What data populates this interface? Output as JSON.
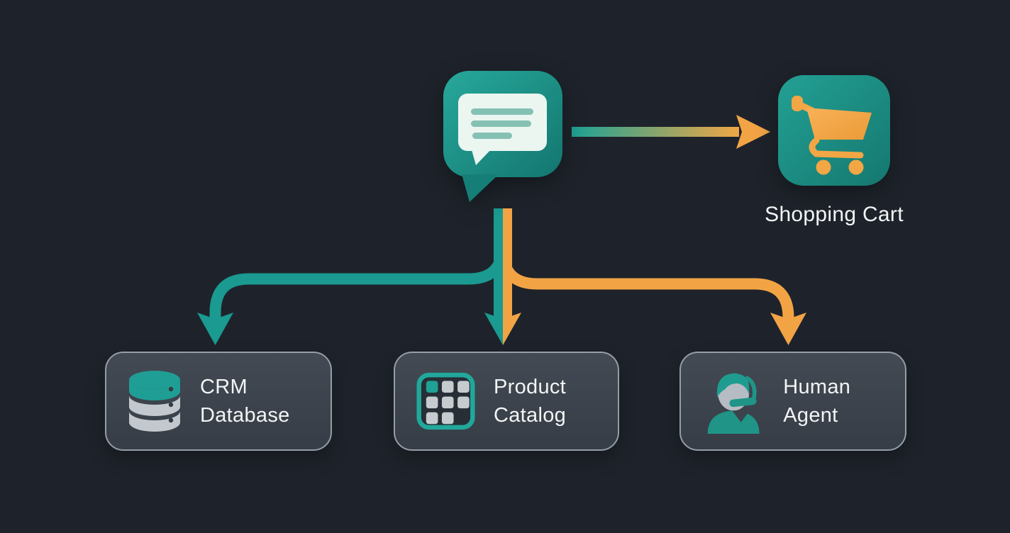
{
  "diagram": {
    "type": "flowchart",
    "nodes": {
      "chat": {
        "icon": "chat-bubble-icon",
        "label": ""
      },
      "shopping_cart": {
        "icon": "shopping-cart-icon",
        "label": "Shopping Cart"
      },
      "crm_database": {
        "icon": "database-icon",
        "label": "CRM Database"
      },
      "product_catalog": {
        "icon": "grid-icon",
        "label": "Product Catalog"
      },
      "human_agent": {
        "icon": "headset-person-icon",
        "label": "Human Agent"
      }
    },
    "edges": [
      {
        "from": "chat",
        "to": "shopping_cart",
        "direction": "right",
        "color": "teal-to-orange-gradient"
      },
      {
        "from": "chat",
        "to": "crm_database",
        "direction": "down-left",
        "color": "teal"
      },
      {
        "from": "chat",
        "to": "product_catalog",
        "direction": "down",
        "color": "split-teal-orange"
      },
      {
        "from": "chat",
        "to": "human_agent",
        "direction": "down-right",
        "color": "orange"
      }
    ],
    "colors": {
      "background": "#1e232b",
      "teal": "#1a9a90",
      "teal_icon_dark": "#147a72",
      "orange": "#f2a445",
      "node_fill": "#3c434c",
      "node_border": "#959da6",
      "label_text": "#f2f4f5",
      "bubble_inner": "#ebf6f0",
      "bubble_lines": "#85c1b3",
      "db_gray": "#c3c8ce"
    }
  }
}
